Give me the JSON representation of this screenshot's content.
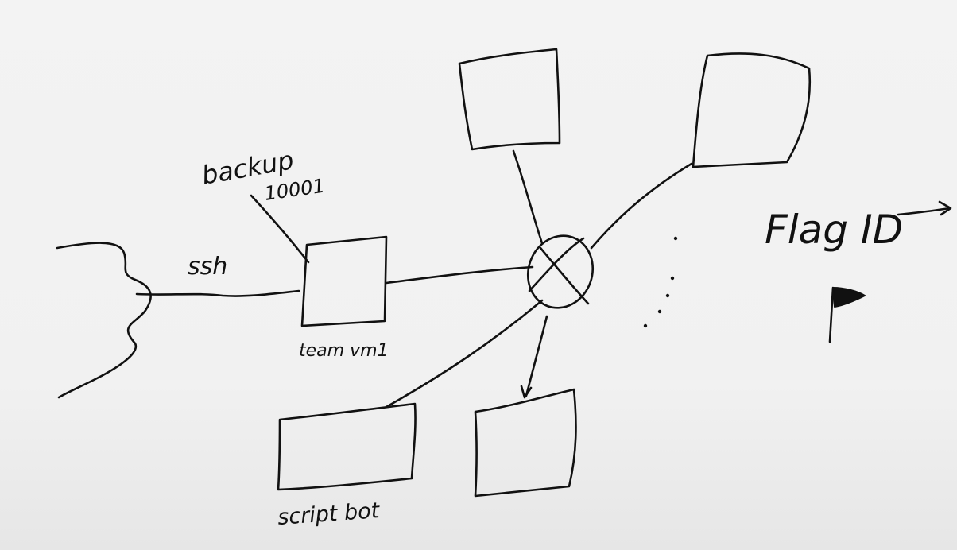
{
  "labels": {
    "backup": "backup",
    "port": "10001",
    "ssh": "ssh",
    "team_vm": "team vm1",
    "script_bot": "script bot",
    "flag_id": "Flag ID"
  },
  "icons": {
    "arrow": "right-arrow-icon",
    "flag": "flag-icon"
  },
  "colors": {
    "ink": "#111111",
    "background": "#f2f2f2"
  }
}
